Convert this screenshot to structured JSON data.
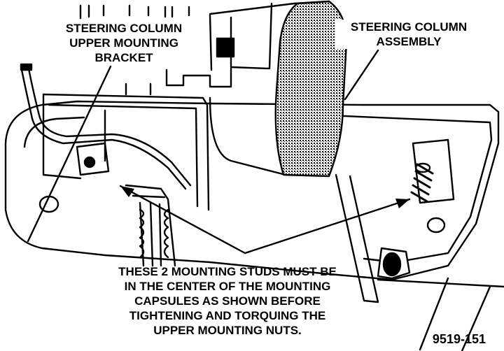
{
  "callouts": {
    "bracket": [
      "STEERING COLUMN",
      "UPPER MOUNTING",
      "BRACKET"
    ],
    "assembly": [
      "STEERING COLUMN",
      "ASSEMBLY"
    ],
    "note": [
      "THESE 2 MOUNTING STUDS MUST BE",
      "IN THE CENTER OF THE MOUNTING",
      "CAPSULES AS SHOWN BEFORE",
      "TIGHTENING AND TORQUING THE",
      "UPPER MOUNTING NUTS."
    ]
  },
  "figure_code": "9519-151"
}
